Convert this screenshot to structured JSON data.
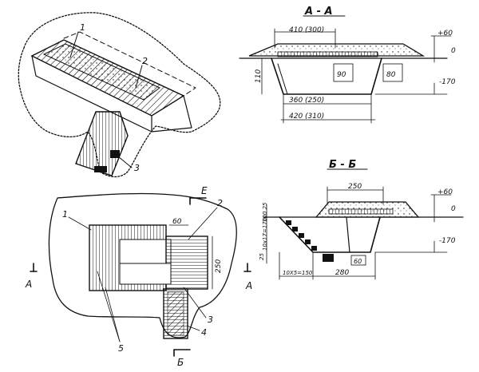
{
  "section_aa": {
    "title": "A - A",
    "dim_top_width": "410 (300)",
    "dim_plus": "+60",
    "dim_zero": "0",
    "dim_minus": "-170",
    "dim_height": "110",
    "dim_side_left": "90",
    "dim_side_right": "80",
    "dim_inner_bottom": "360 (250)",
    "dim_outer_bottom": "420 (310)"
  },
  "section_bb": {
    "title": "Б - Б",
    "dim_top_width": "250",
    "dim_plus": "+60",
    "dim_zero": "0",
    "dim_minus": "-170",
    "dim_left_top": "100  25",
    "dim_left_mid": "10x17=170",
    "dim_left_low": "25",
    "dim_bottom_left": "10X5=150",
    "dim_bottom_right": "280",
    "dim_small": "60"
  },
  "plan": {
    "label_e": "Е",
    "label_b": "Б",
    "label_a_left": "А",
    "label_a_right": "А",
    "dim_60": "60",
    "dim_250": "250",
    "callout_1": "1",
    "callout_2": "2",
    "callout_3": "3",
    "callout_4": "4",
    "callout_5": "5"
  },
  "perspective": {
    "callout_1": "1",
    "callout_2": "2",
    "callout_3": "3"
  }
}
